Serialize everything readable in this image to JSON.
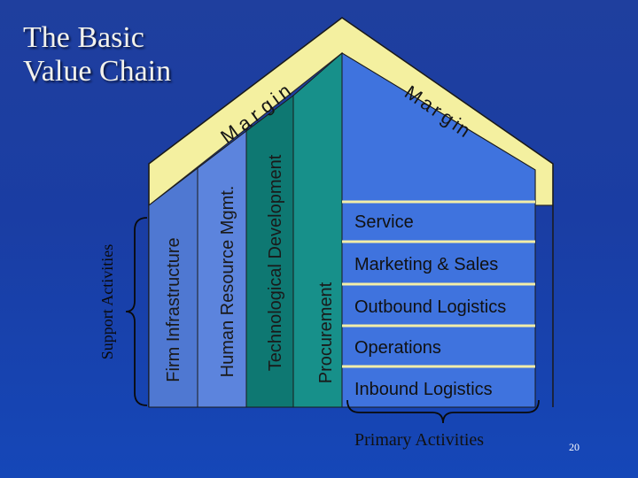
{
  "slide": {
    "title_line1": "The Basic",
    "title_line2": "Value Chain",
    "margin_text": "Margin",
    "support": {
      "label": "Support Activities",
      "columns": [
        "Firm Infrastructure",
        "Human Resource Mgmt.",
        "Technological Development",
        "Procurement"
      ]
    },
    "primary": {
      "label": "Primary Activities",
      "rows": [
        "Service",
        "Marketing & Sales",
        "Outbound Logistics",
        "Operations",
        "Inbound Logistics"
      ]
    },
    "page_number": "20",
    "colors": {
      "margin_band": "#f4f0a0",
      "support_column_1": "#4f78d2",
      "support_column_2": "#5c84dd",
      "support_column_3": "#0e7872",
      "support_column_4": "#17908a",
      "primary_panel": "#3f73de",
      "divider": "#f3eea8"
    }
  }
}
